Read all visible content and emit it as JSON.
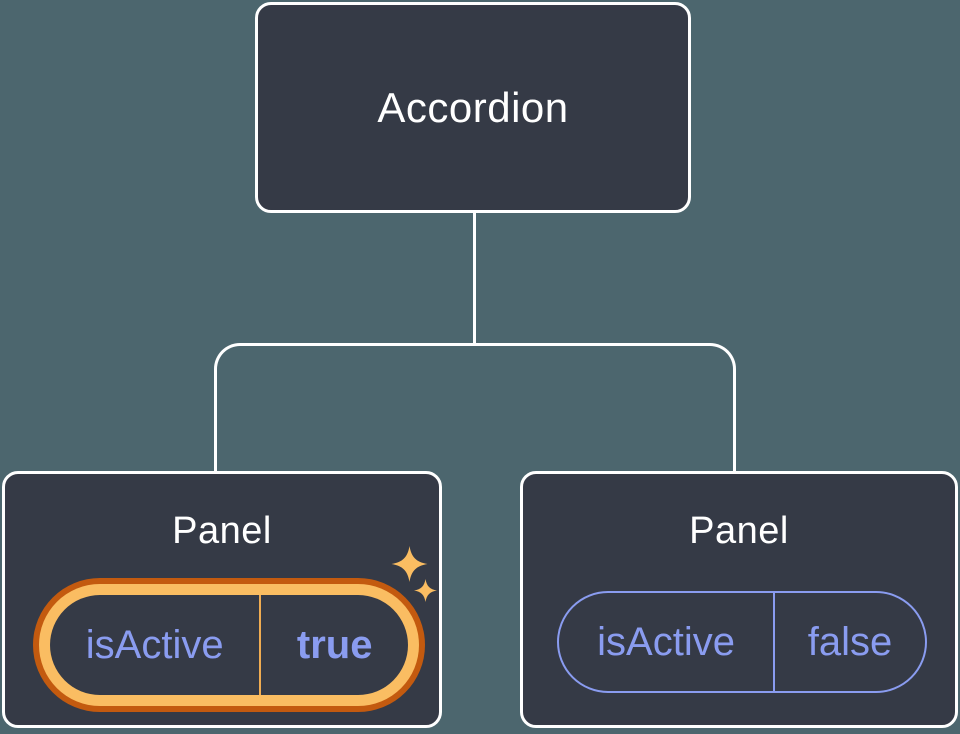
{
  "diagram": {
    "root": {
      "label": "Accordion"
    },
    "children": [
      {
        "label": "Panel",
        "state": {
          "name": "isActive",
          "value": "true"
        },
        "highlighted": true
      },
      {
        "label": "Panel",
        "state": {
          "name": "isActive",
          "value": "false"
        },
        "highlighted": false
      }
    ],
    "colors": {
      "background": "#4C666E",
      "node_fill": "#353A46",
      "node_border": "#FFFFFF",
      "connector": "#FFFFFF",
      "state_accent": "#8A9CF0",
      "highlight_outer": "#C35A0F",
      "highlight_inner": "#FABD62",
      "highlight_divider": "#F0AC52",
      "sparkle": "#FABD62"
    }
  }
}
